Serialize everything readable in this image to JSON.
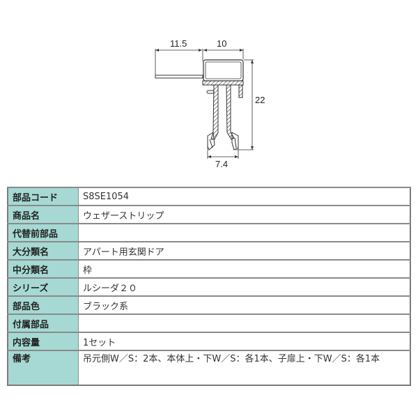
{
  "drawing": {
    "title": "cross-section profile",
    "dimensions": {
      "width_left": "11.5",
      "width_right": "10",
      "height": "22",
      "bottom_width": "7.4"
    }
  },
  "spec_table": {
    "rows": [
      {
        "label": "部品コード",
        "value": "S8SE1054"
      },
      {
        "label": "商品名",
        "value": "ウェザーストリップ"
      },
      {
        "label": "代替前部品",
        "value": ""
      },
      {
        "label": "大分類名",
        "value": "アパート用玄関ドア"
      },
      {
        "label": "中分類名",
        "value": "枠"
      },
      {
        "label": "シリーズ",
        "value": "ルシーダ２０"
      },
      {
        "label": "部品色",
        "value": "ブラック系"
      },
      {
        "label": "付属部品",
        "value": ""
      },
      {
        "label": "内容量",
        "value": "1セット"
      },
      {
        "label": "備考",
        "value": "吊元側W／S：2本、本体上・下W／S：各1本、子扉上・下W／S：各1本"
      }
    ]
  },
  "colors": {
    "label_bg": "#a6d9d3",
    "border": "#8a8a8a",
    "text": "#333333"
  }
}
